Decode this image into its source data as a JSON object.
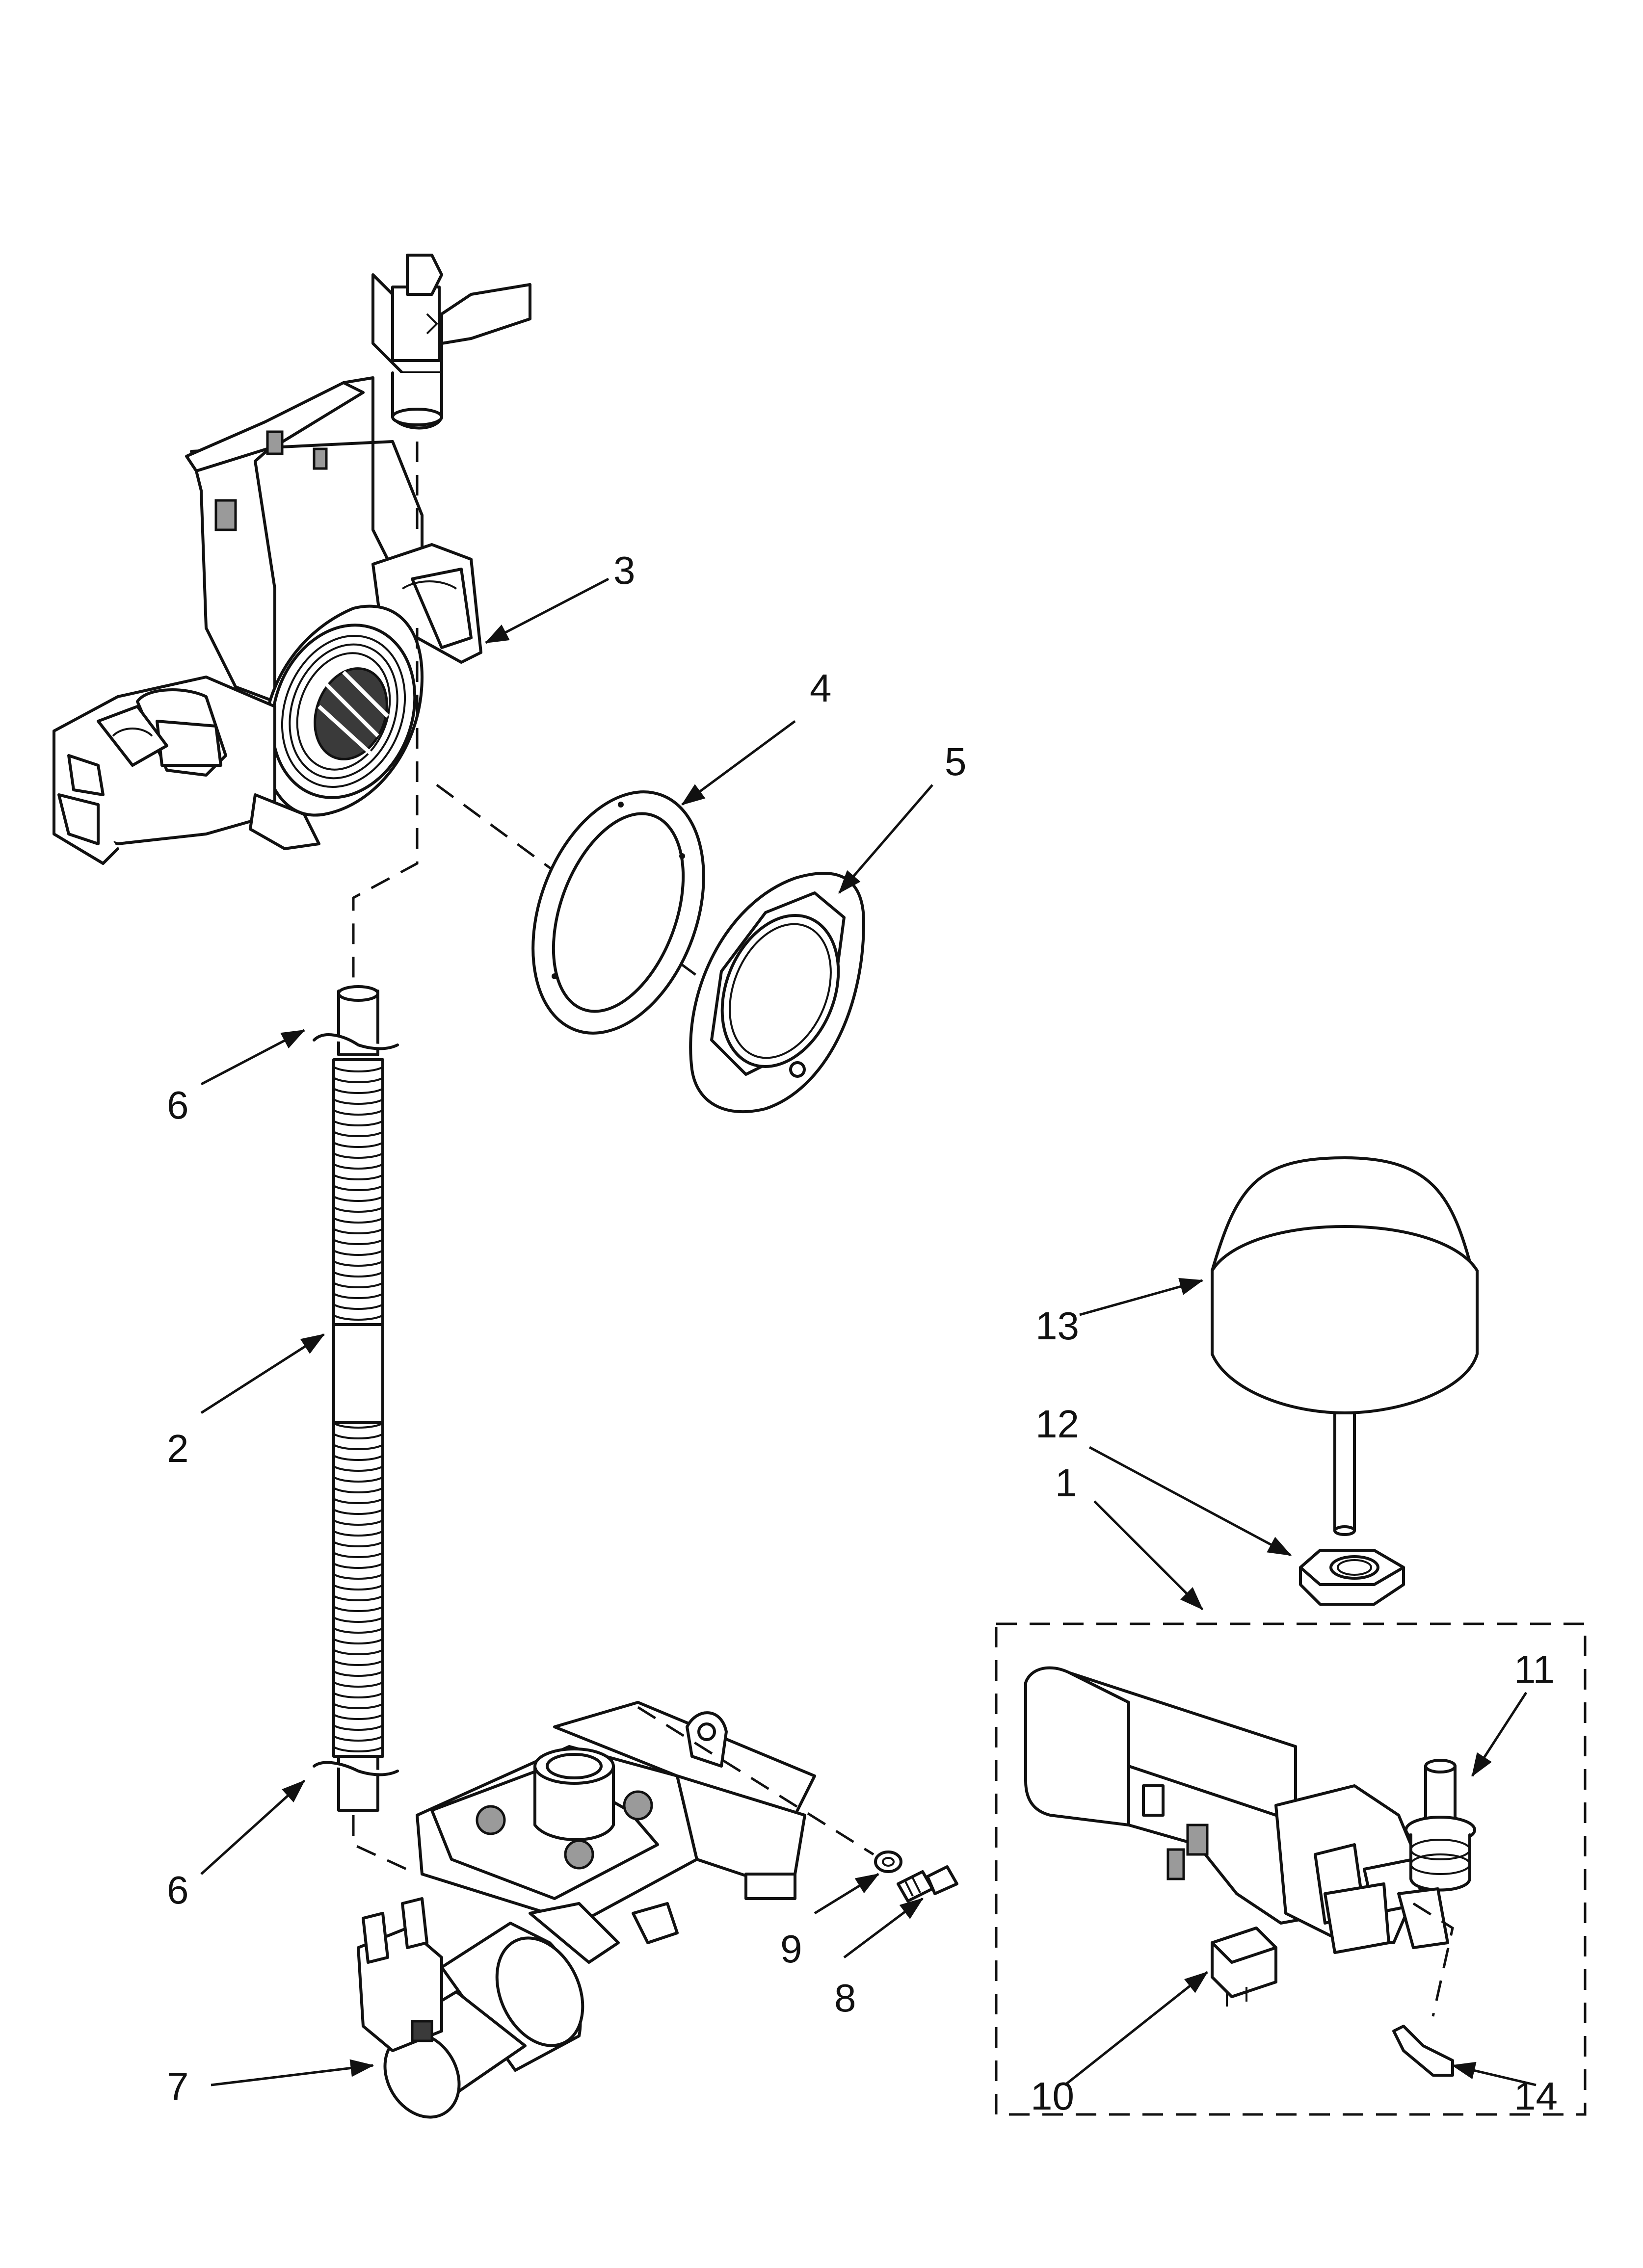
{
  "diagram": {
    "callouts": [
      {
        "id": "c1",
        "label": "1"
      },
      {
        "id": "c2",
        "label": "2"
      },
      {
        "id": "c3",
        "label": "3"
      },
      {
        "id": "c4",
        "label": "4"
      },
      {
        "id": "c5",
        "label": "5"
      },
      {
        "id": "c6a",
        "label": "6"
      },
      {
        "id": "c6b",
        "label": "6"
      },
      {
        "id": "c7",
        "label": "7"
      },
      {
        "id": "c8",
        "label": "8"
      },
      {
        "id": "c9",
        "label": "9"
      },
      {
        "id": "c10",
        "label": "10"
      },
      {
        "id": "c11",
        "label": "11"
      },
      {
        "id": "c12",
        "label": "12"
      },
      {
        "id": "c13",
        "label": "13"
      },
      {
        "id": "c14",
        "label": "14"
      }
    ]
  }
}
